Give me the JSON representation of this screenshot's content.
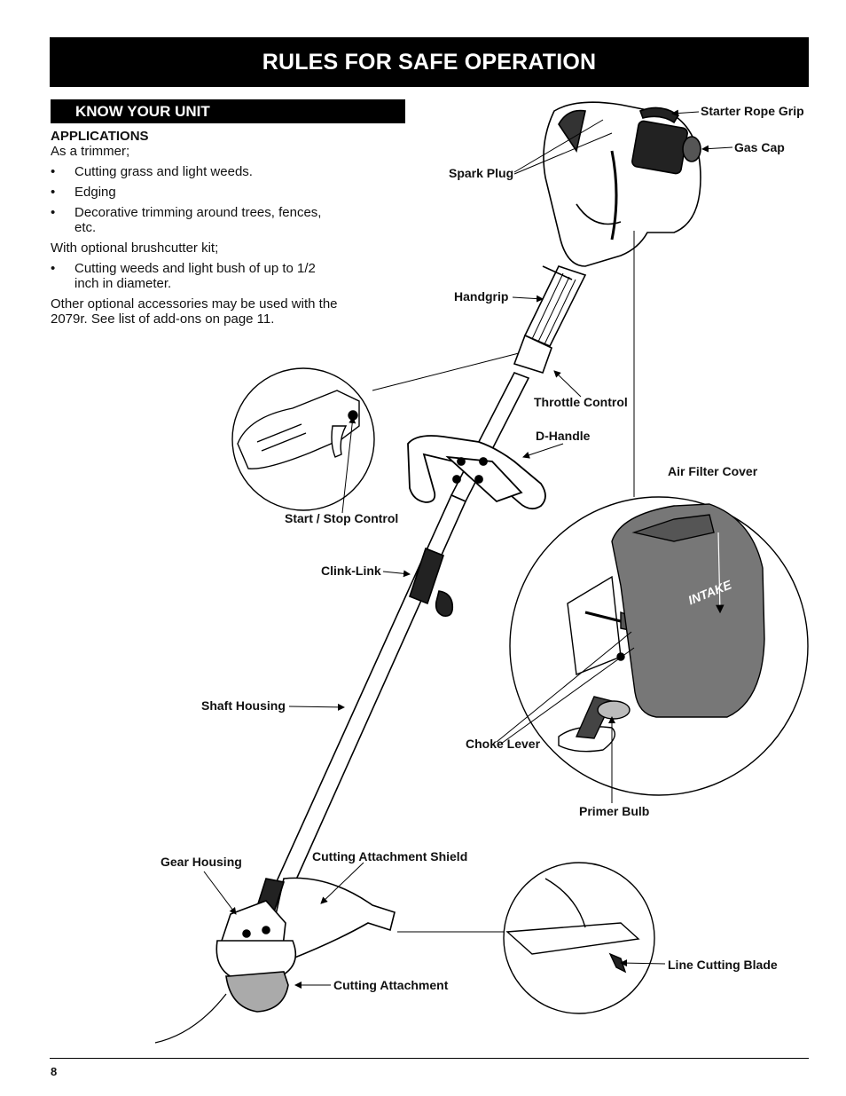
{
  "header": {
    "title": "RULES FOR SAFE OPERATION"
  },
  "section": {
    "title": "KNOW YOUR UNIT"
  },
  "applications": {
    "heading": "APPLICATIONS",
    "intro": "As a trimmer;",
    "trimmer_items": [
      "Cutting grass and light weeds.",
      "Edging",
      "Decorative trimming around trees, fences, etc."
    ],
    "brush_intro": "With optional brushcutter kit;",
    "brush_items": [
      "Cutting weeds and light bush of up to 1/2 inch in diameter."
    ],
    "note": "Other optional accessories may be used with the 2079r. See list of add-ons on page 11."
  },
  "labels": {
    "starter_rope_grip": "Starter Rope Grip",
    "gas_cap": "Gas Cap",
    "spark_plug": "Spark Plug",
    "handgrip": "Handgrip",
    "throttle_control": "Throttle Control",
    "d_handle": "D-Handle",
    "air_filter_cover": "Air Filter Cover",
    "start_stop_control": "Start / Stop Control",
    "clink_link": "Clink-Link",
    "shaft_housing": "Shaft Housing",
    "choke_lever": "Choke Lever",
    "primer_bulb": "Primer Bulb",
    "gear_housing": "Gear Housing",
    "cutting_attachment_shield": "Cutting Attachment Shield",
    "line_cutting_blade": "Line Cutting Blade",
    "cutting_attachment": "Cutting Attachment",
    "intake": "INTAKE"
  },
  "footer": {
    "page_number": "8"
  }
}
